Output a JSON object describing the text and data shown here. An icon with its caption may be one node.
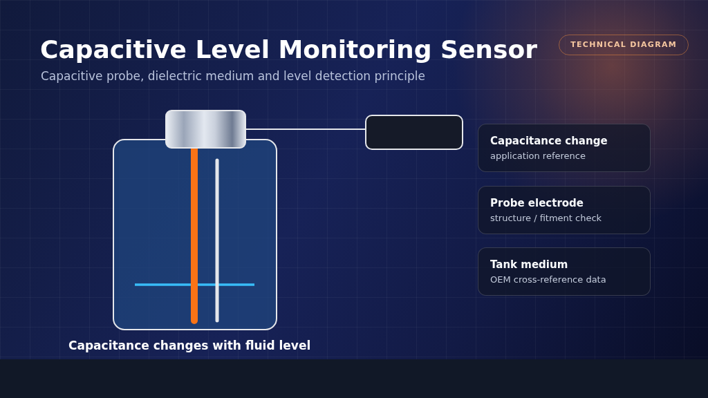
{
  "diagram": {
    "title": "Capacitive Level Monitoring Sensor",
    "caption": "Capacitance changes with fluid level",
    "nodes": [
      {
        "text": [],
        "shape": "box"
      },
      {
        "text": [],
        "shape": "box"
      },
      {
        "text": [
          "Capacitance change",
          "application reference"
        ]
      },
      {
        "text": [
          "Probe electrode",
          "structure / fitment check"
        ]
      },
      {
        "text": [
          "Tank medium",
          "OEM cross-reference data"
        ]
      }
    ],
    "edges": [
      {
        "from": 0,
        "to": 1,
        "arrow": "none"
      }
    ],
    "labels": [
      "TECHNICAL DIAGRAM",
      "Capacitive probe, dielectric medium and level detection principle"
    ]
  }
}
